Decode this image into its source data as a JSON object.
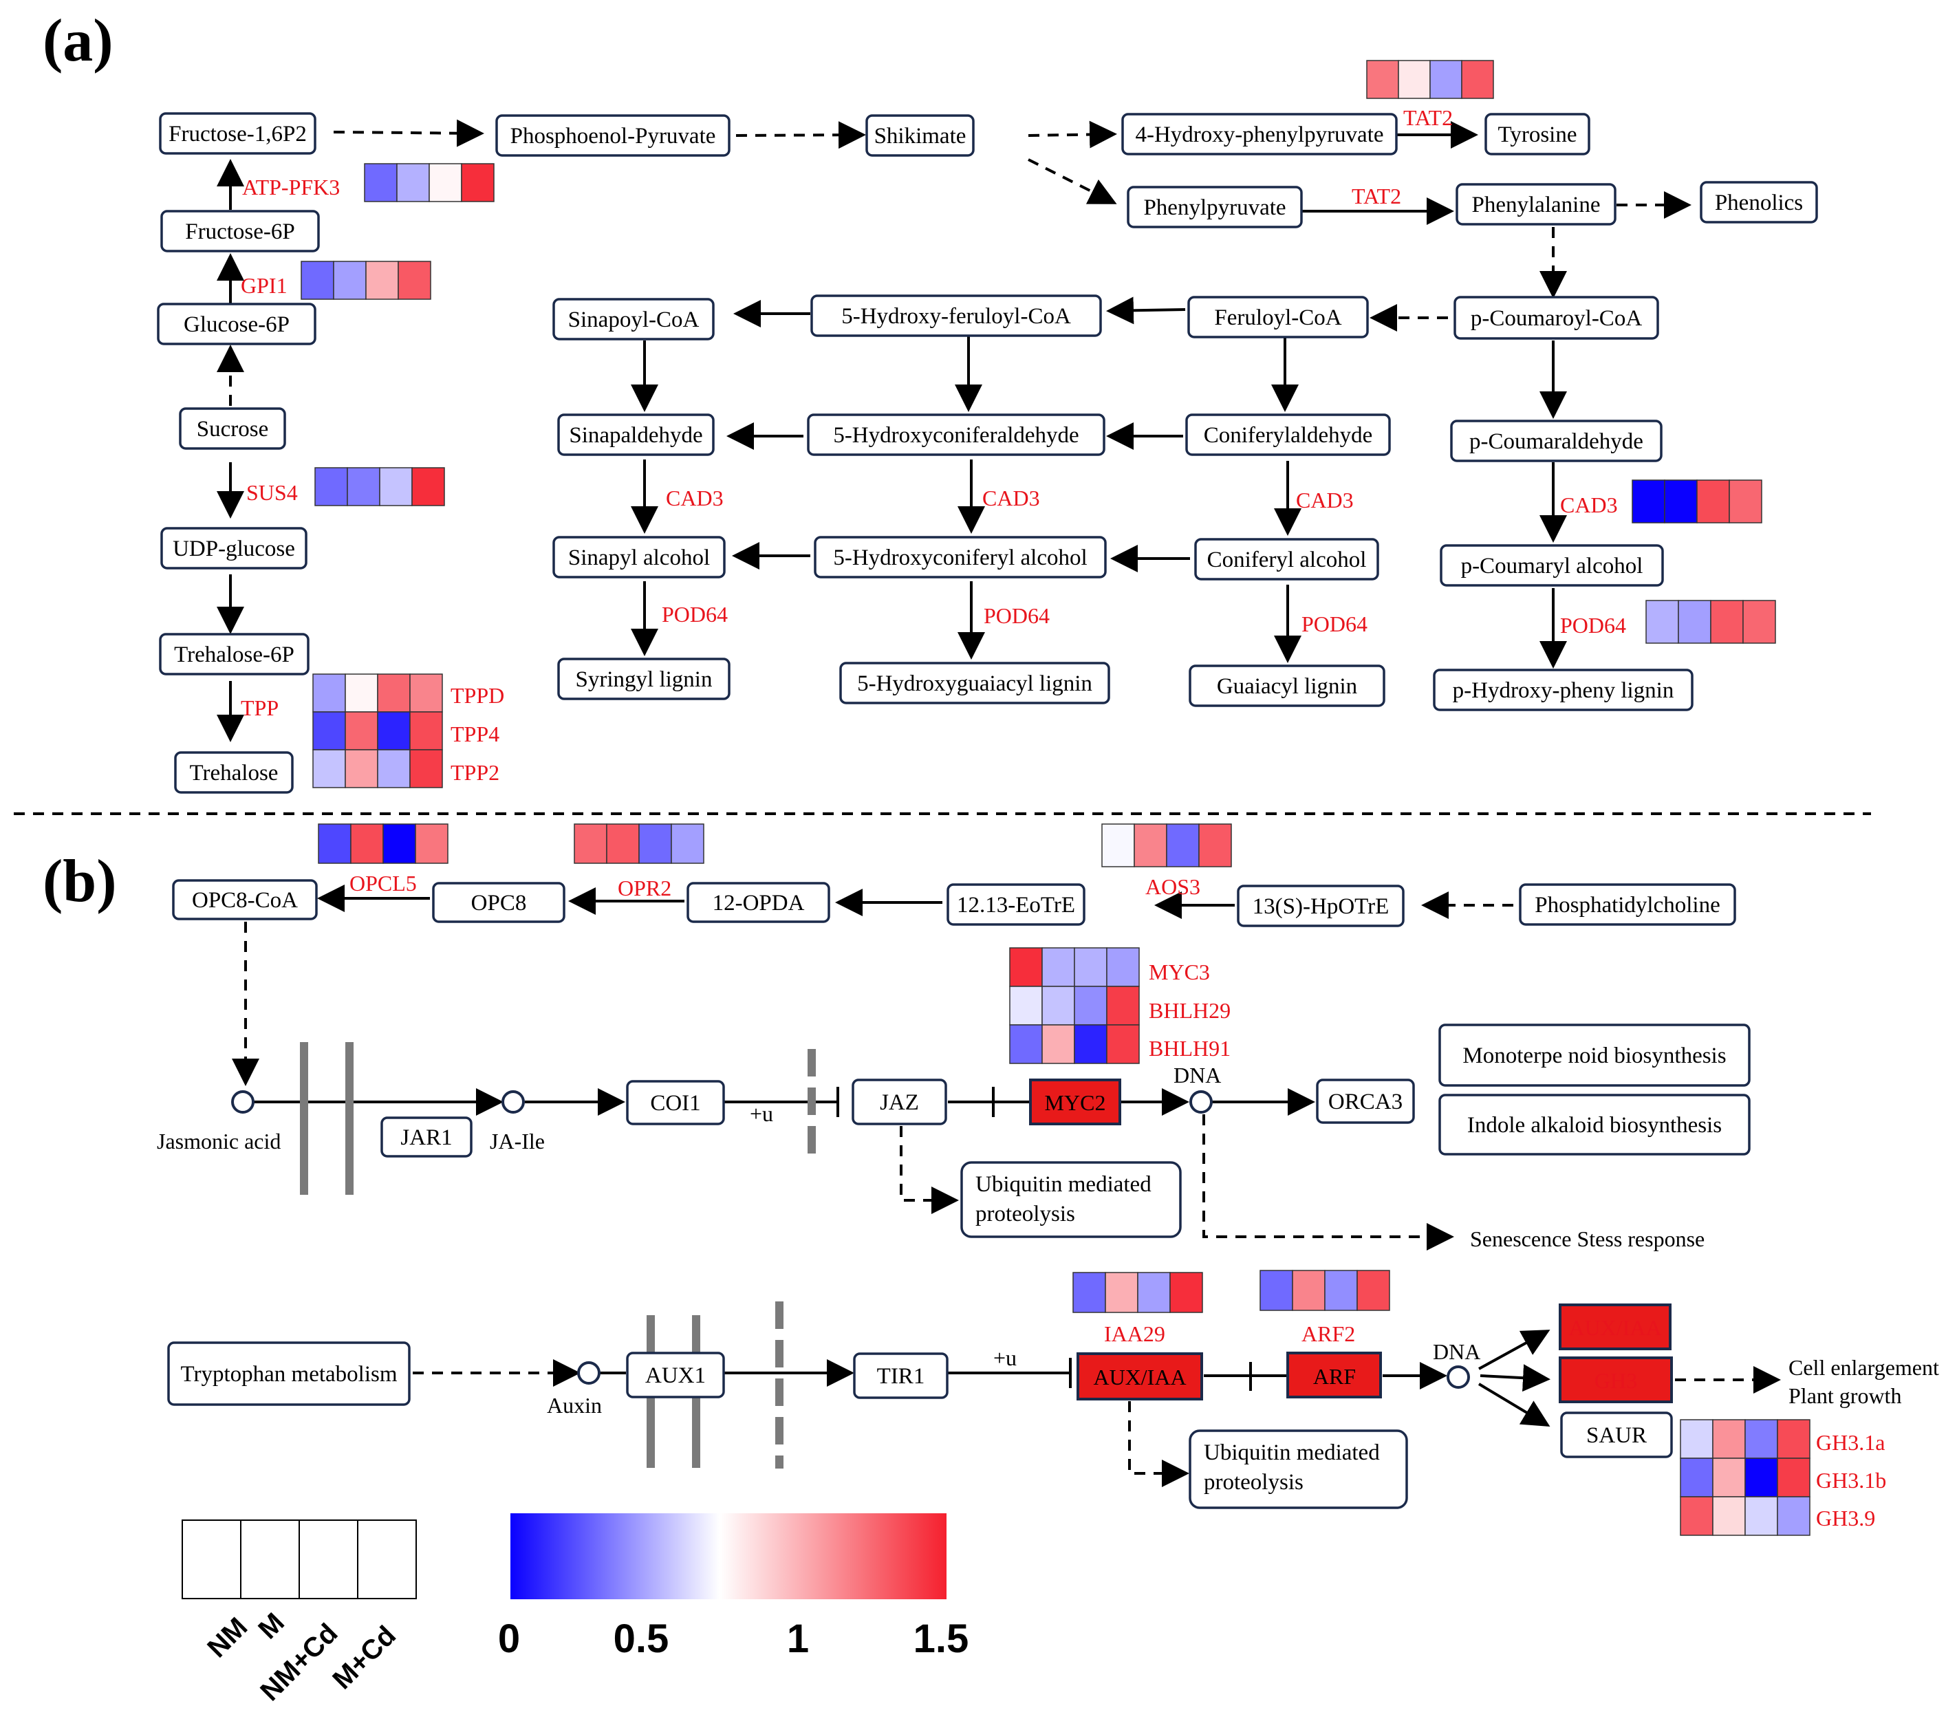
{
  "panels": {
    "a": "(a)",
    "b": "(b)"
  },
  "nodes": {
    "fru16": "Fructose-1,6P2",
    "pep": "Phosphoenol-Pyruvate",
    "shik": "Shikimate",
    "hpp": "4-Hydroxy-phenylpyruvate",
    "tyr": "Tyrosine",
    "phepyr": "Phenylpyruvate",
    "phe": "Phenylalanine",
    "phenolics": "Phenolics",
    "fru6": "Fructose-6P",
    "glc6": "Glucose-6P",
    "sucrose": "Sucrose",
    "udpg": "UDP-glucose",
    "tre6": "Trehalose-6P",
    "tre": "Trehalose",
    "sinCoA": "Sinapoyl-CoA",
    "hferCoA": "5-Hydroxy-feruloyl-CoA",
    "ferCoA": "Feruloyl-CoA",
    "pcouCoA": "p-Coumaroyl-CoA",
    "sinald": "Sinapaldehyde",
    "hconald": "5-Hydroxyconiferaldehyde",
    "conald": "Coniferylaldehyde",
    "pcouald": "p-Coumaraldehyde",
    "sinalc": "Sinapyl alcohol",
    "hconalc": "5-Hydroxyconiferyl alcohol",
    "conalc": "Coniferyl alcohol",
    "pcoualc": "p-Coumaryl alcohol",
    "synlig": "Syringyl lignin",
    "hguaiac": "5-Hydroxyguaiacyl lignin",
    "guaiac": "Guaiacyl lignin",
    "phlig": "p-Hydroxy-pheny lignin",
    "opc8coa": "OPC8-CoA",
    "opc8": "OPC8",
    "opda": "12-OPDA",
    "eotre": "12.13-EoTrE",
    "hpotre": "13(S)-HpOTrE",
    "pc": "Phosphatidylcholine",
    "jar1": "JAR1",
    "coi1": "COI1",
    "jaz": "JAZ",
    "myc2": "MYC2",
    "orca3": "ORCA3",
    "mono": "Monoterpe noid biosynthesis",
    "indole": "Indole alkaloid biosynthesis",
    "ubq1a": "Ubiquitin mediated",
    "ubq1b": "proteolysis",
    "trp": "Tryptophan metabolism",
    "aux1": "AUX1",
    "tir1": "TIR1",
    "auxiaa": "AUX/IAA",
    "arf": "ARF",
    "auxiaa2": "AUX/IAA",
    "gh3": "GH3",
    "saur": "SAUR",
    "ubq2a": "Ubiquitin mediated",
    "ubq2b": "proteolysis"
  },
  "enzymes": {
    "atppfk3": "ATP-PFK3",
    "gpi1": "GPI1",
    "sus4": "SUS4",
    "tpp": "TPP",
    "tppd": "TPPD",
    "tpp4": "TPP4",
    "tpp2": "TPP2",
    "tat2a": "TAT2",
    "tat2b": "TAT2",
    "cad3a": "CAD3",
    "cad3b": "CAD3",
    "cad3c": "CAD3",
    "cad3d": "CAD3",
    "pod64a": "POD64",
    "pod64b": "POD64",
    "pod64c": "POD64",
    "pod64d": "POD64",
    "opcl5": "OPCL5",
    "opr2": "OPR2",
    "aos3": "AOS3",
    "myc3": "MYC3",
    "bhlh29": "BHLH29",
    "bhlh91": "BHLH91",
    "iaa29": "IAA29",
    "arf2": "ARF2",
    "gh31a": "GH3.1a",
    "gh31b": "GH3.1b",
    "gh39": "GH3.9"
  },
  "labels": {
    "ja": "Jasmonic acid",
    "jaile": "JA-Ile",
    "plusu1": "+u",
    "plusu2": "+u",
    "dna1": "DNA",
    "dna2": "DNA",
    "senes": "Senescence Stess response",
    "auxin": "Auxin",
    "cell1": "Cell enlargement",
    "cell2": "Plant growth"
  },
  "heatmaps": {
    "tat2": [
      1.2,
      0.8,
      0.45,
      1.3
    ],
    "atppfk3": [
      0.3,
      0.5,
      0.75,
      1.45
    ],
    "gpi1": [
      0.3,
      0.45,
      1.0,
      1.3
    ],
    "sus4": [
      0.3,
      0.35,
      0.55,
      1.45
    ],
    "tpp": [
      [
        0.45,
        0.75,
        1.25,
        1.15
      ],
      [
        0.2,
        1.25,
        0.1,
        1.35
      ],
      [
        0.55,
        1.05,
        0.5,
        1.4
      ]
    ],
    "cad3": [
      0.0,
      0.0,
      1.35,
      1.25
    ],
    "pod64": [
      0.5,
      0.45,
      1.3,
      1.25
    ],
    "opcl5": [
      0.2,
      1.35,
      0.0,
      1.2
    ],
    "opr2": [
      1.25,
      1.3,
      0.3,
      0.45
    ],
    "aos3": [
      0.7,
      1.15,
      0.3,
      1.3
    ],
    "myc": [
      [
        1.45,
        0.5,
        0.5,
        0.45
      ],
      [
        0.65,
        0.55,
        0.4,
        1.4
      ],
      [
        0.3,
        1.0,
        0.1,
        1.4
      ]
    ],
    "iaa29": [
      0.3,
      1.0,
      0.45,
      1.45
    ],
    "arf2": [
      0.3,
      1.15,
      0.4,
      1.35
    ],
    "gh3": [
      [
        0.6,
        1.1,
        0.35,
        1.35
      ],
      [
        0.3,
        1.0,
        0.0,
        1.4
      ],
      [
        1.3,
        0.85,
        0.6,
        0.45
      ]
    ]
  },
  "legend": {
    "cols": [
      "NM",
      "M",
      "NM+Cd",
      "M+Cd"
    ]
  },
  "colorbar": {
    "ticks": [
      "0",
      "0.5",
      "1",
      "1.5"
    ],
    "colors": {
      "low": "#0a00ff",
      "mid": "#ffffff",
      "high": "#f5202e"
    }
  }
}
